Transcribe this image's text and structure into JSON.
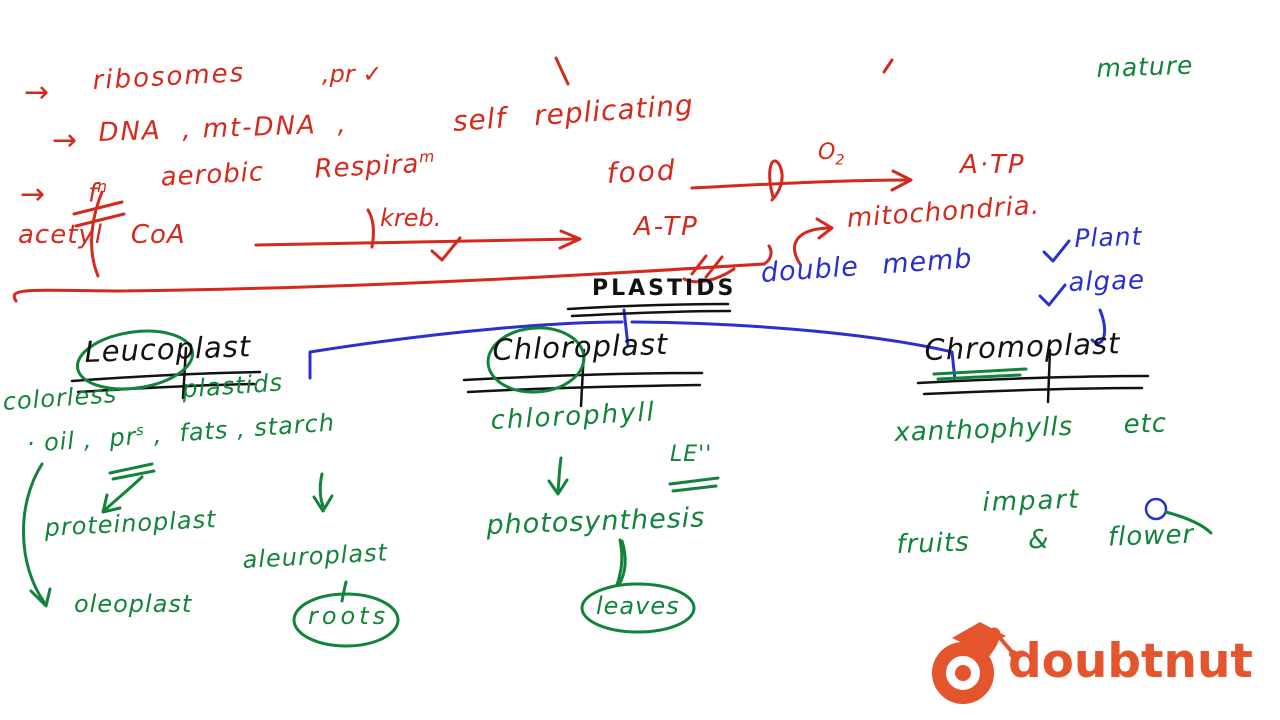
{
  "colors": {
    "red": "#d5291d",
    "green": "#12833a",
    "blue": "#2a2fd0",
    "ink": "#121212",
    "brand_orange": "#e4552d"
  },
  "notes": {
    "arrow_glyph": "→",
    "line1": {
      "main": "ribosomes",
      "suffix": ",pr ✓"
    },
    "line2": {
      "main": "DNA  , mt-DNA  ,",
      "cont": "self replicating"
    },
    "line3": {
      "fn_base": "f",
      "fn_sup": "n",
      "main": "aerobic  Respira",
      "sup": "m"
    },
    "energy": {
      "food": "food",
      "o2_base": "O",
      "o2_sub": "2",
      "atp": "A·TP"
    },
    "krebs": {
      "substrate": "acetyl   CoA",
      "cycle": "kreb.",
      "atp": "A-TP"
    },
    "organelle": "mitochondria.",
    "membrane": {
      "label": "double memb",
      "plant": "Plant",
      "algae": "algae"
    },
    "mature": "mature"
  },
  "tree": {
    "root": "PLASTIDS",
    "branches": [
      {
        "title": "Leucoplast",
        "desc": "colorless  plastids",
        "contents_pre": "· oil ,  pr",
        "contents_sup": "s",
        "contents_post": " ,  fats , starch",
        "type_protein": "proteinoplast",
        "type_aleurone": "aleuroplast",
        "type_oil": "oleoplast",
        "location": "roots"
      },
      {
        "title": "Chloroplast",
        "pigment": "chlorophyll",
        "abbrev": "LE''",
        "function": "photosynthesis",
        "location": "leaves"
      },
      {
        "title": "Chromoplast",
        "pigment": "xanthophylls  etc",
        "function": "impart",
        "location": "fruits  &  flower"
      }
    ]
  },
  "footer": {
    "brand": "doubtnut"
  }
}
